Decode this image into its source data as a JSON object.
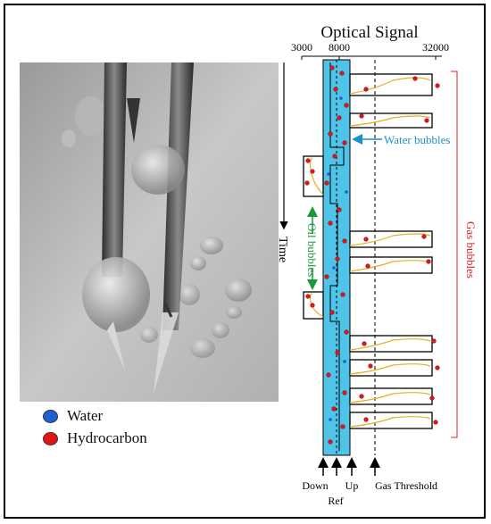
{
  "title": "Optical Signal",
  "axis": {
    "ticks": [
      "3000",
      "8000",
      "32000"
    ],
    "time_label": "Time"
  },
  "legend": {
    "water": "Water",
    "hydrocarbon": "Hydrocarbon",
    "water_color": "#1f5fd0",
    "hydrocarbon_color": "#e01515"
  },
  "annotations": {
    "water_bubbles": "Water bubbles",
    "oil_bubbles": "Oil bubbles",
    "gas_bubbles": "Gas bubbles"
  },
  "markers": {
    "down": "Down",
    "ref": "Ref",
    "up": "Up",
    "gas_threshold": "Gas Threshold"
  },
  "colors": {
    "channel": "#4fc3e8",
    "signal_line": "#e8b020",
    "water_arrow": "#1a8fd0",
    "oil_arrow": "#1a9a3a",
    "gas_text": "#e02020"
  },
  "icons": {
    "photo": "photo-of-optical-probes",
    "arrows": "arrow-icon"
  }
}
